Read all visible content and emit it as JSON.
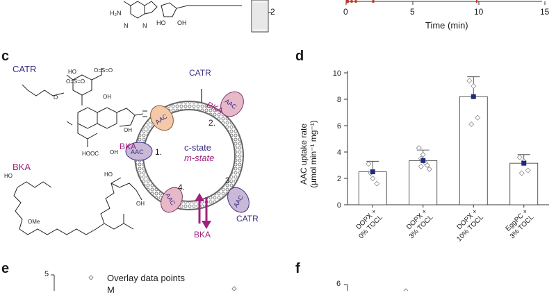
{
  "panels": {
    "c": "c",
    "d": "d",
    "e": "e",
    "f": "f"
  },
  "top_strip": {
    "gel_band_label": "2",
    "x_ticks": [
      "0",
      "5",
      "10",
      "15"
    ],
    "x_label": "Time (min)"
  },
  "panel_c": {
    "catr_label": "CATR",
    "bka_label": "BKA",
    "catr_top": "CATR",
    "catr_bottom": "CATR",
    "bka_magenta_1": "BKA",
    "bka_left": "BKA",
    "bka_bottom": "BKA",
    "aac": "AAC",
    "c_state": "c-state",
    "m_state": "m-state",
    "steps": [
      "1.",
      "2.",
      "3.",
      "4."
    ],
    "colors": {
      "c_state": "#3b2d83",
      "m_state": "#a3207f",
      "aac_fill": "#f3c9a8",
      "ring": "#555555"
    }
  },
  "panel_e": {
    "y_tick": "5",
    "legend_overlay": "Overlay data points",
    "legend_mean": "M"
  },
  "panel_f": {
    "y_tick": "6"
  },
  "chart_data": {
    "type": "bar",
    "ylabel_line1": "AAC uptake rate",
    "ylabel_line2": "(µmol min⁻¹ mg⁻¹)",
    "ylim": [
      0,
      10
    ],
    "y_ticks": [
      0,
      2,
      4,
      6,
      8,
      10
    ],
    "categories": [
      [
        "DOPX +",
        "0% TOCL"
      ],
      [
        "DOPX +",
        "3% TOCL"
      ],
      [
        "DOPX +",
        "10% TOCL"
      ],
      [
        "EggPC +",
        "3% TOCL"
      ]
    ],
    "values": [
      2.5,
      3.35,
      8.2,
      3.15
    ],
    "errors": [
      0.8,
      0.8,
      1.5,
      0.65
    ],
    "points": [
      [
        3.1,
        2.0,
        1.6,
        2.4
      ],
      [
        4.3,
        3.8,
        3.0,
        2.9,
        3.2,
        2.7,
        3.5
      ],
      [
        9.4,
        9.0,
        6.6,
        6.1
      ],
      [
        3.6,
        3.3,
        2.6,
        2.4
      ]
    ],
    "colors": {
      "mean": "#1c2b7d",
      "bar": "#ffffff",
      "edge": "#333333"
    }
  }
}
